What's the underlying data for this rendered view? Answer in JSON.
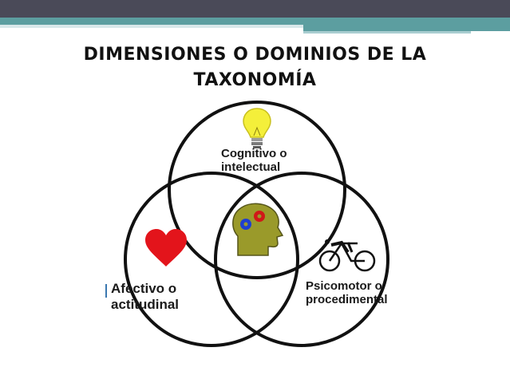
{
  "title": {
    "line1": "DIMENSIONES O DOMINIOS DE LA",
    "line2": "TAXONOMÍA"
  },
  "domains": [
    {
      "line1": "Cognitivo o",
      "line2": "intelectual",
      "icon": "lightbulb-icon"
    },
    {
      "line1": "Afectivo o",
      "line2": "actitudinal",
      "icon": "heart-icon"
    },
    {
      "line1": "Psicomotor o",
      "line2": "procedimental",
      "icon": "cyclist-icon"
    }
  ],
  "center_icon": "head-gears-icon",
  "colors": {
    "header_bar": "#4a4a58",
    "accent_stripe": "#5c9ea0",
    "circle_stroke": "#111111",
    "heart": "#e3141b",
    "head": "#9a9a2a",
    "gear_blue": "#1f3fd0",
    "gear_red": "#d01818",
    "bulb": "#f4ef3a"
  }
}
